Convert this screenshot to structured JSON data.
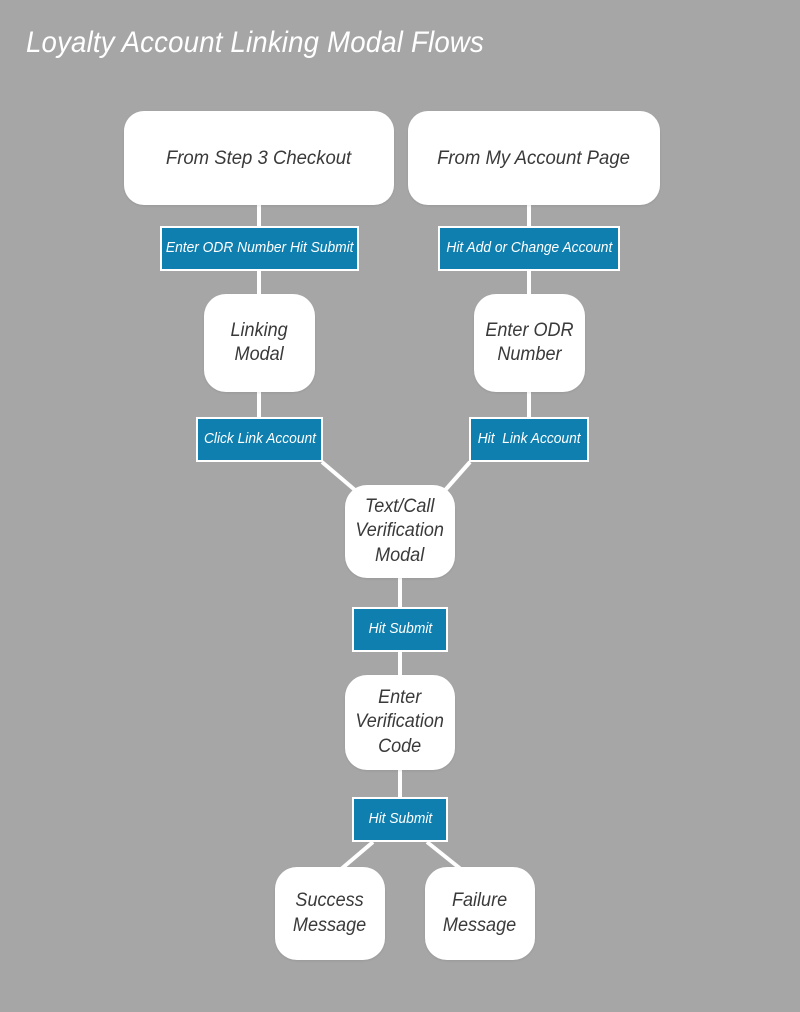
{
  "title": "Loyalty Account Linking Modal Flows",
  "colors": {
    "background": "#a6a6a6",
    "node_fill": "#ffffff",
    "label_fill": "#0e7fae",
    "connector": "#ffffff",
    "node_text": "#3a3a3a",
    "label_text": "#ffffff",
    "title_text": "#ffffff"
  },
  "nodes": [
    {
      "id": "from-step-3-checkout",
      "label": "From Step 3 Checkout"
    },
    {
      "id": "from-my-account-page",
      "label": "From My Account Page"
    },
    {
      "id": "linking-modal",
      "label": "Linking\nModal"
    },
    {
      "id": "enter-odr-number",
      "label": "Enter ODR\nNumber"
    },
    {
      "id": "text-call-verification-modal",
      "label": "Text/Call\nVerification\nModal"
    },
    {
      "id": "enter-verification-code",
      "label": "Enter\nVerification\nCode"
    },
    {
      "id": "success-message",
      "label": "Success\nMessage"
    },
    {
      "id": "failure-message",
      "label": "Failure\nMessage"
    }
  ],
  "transitions": [
    {
      "id": "enter-odr-number-hit-submit",
      "label": "Enter ODR Number Hit Submit"
    },
    {
      "id": "hit-add-or-change-account",
      "label": "Hit Add or Change Account"
    },
    {
      "id": "click-link-account",
      "label": "Click Link Account"
    },
    {
      "id": "hit-link-account",
      "label": "Hit  Link Account"
    },
    {
      "id": "hit-submit-verification",
      "label": "Hit Submit"
    },
    {
      "id": "hit-submit-code",
      "label": "Hit Submit"
    }
  ]
}
